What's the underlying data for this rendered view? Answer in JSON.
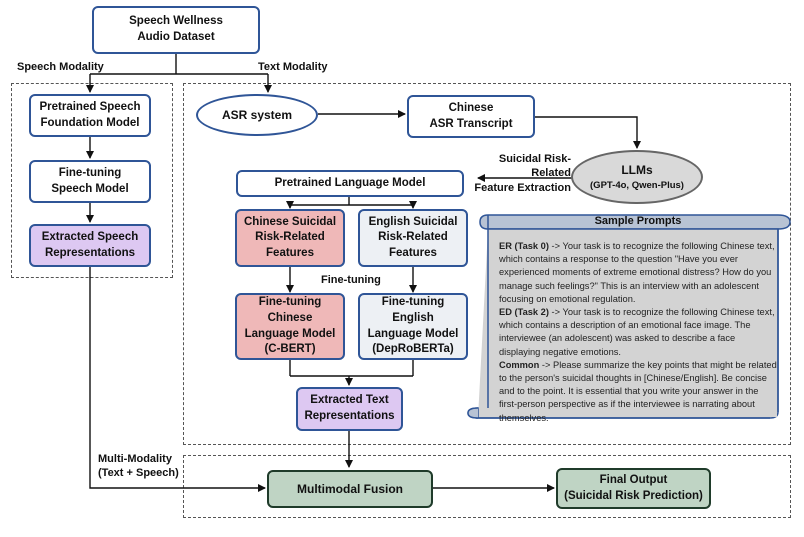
{
  "nodes": {
    "dataset": "Speech Wellness\nAudio Dataset",
    "pretrained_speech": "Pretrained Speech\nFoundation Model",
    "finetune_speech": "Fine-tuning\nSpeech Model",
    "extracted_speech": "Extracted Speech\nRepresentations",
    "asr": "ASR system",
    "chinese_asr": "Chinese\nASR Transcript",
    "llms_title": "LLMs",
    "llms_models": "(GPT-4o, Qwen-Plus)",
    "plm": "Pretrained Language Model",
    "cn_features": "Chinese Suicidal\nRisk-Related\nFeatures",
    "en_features": "English Suicidal\nRisk-Related\nFeatures",
    "cn_model": "Fine-tuning\nChinese\nLanguage Model\n(C-BERT)",
    "en_model": "Fine-tuning\nEnglish\nLanguage Model\n(DepRoBERTa)",
    "extracted_text": "Extracted Text\nRepresentations",
    "fusion": "Multimodal Fusion",
    "final": "Final Output\n(Suicidal Risk Prediction)"
  },
  "labels": {
    "speech_modality": "Speech Modality",
    "text_modality": "Text Modality",
    "feature_extraction": "Suicidal Risk-Related\nFeature Extraction",
    "finetuning": "Fine-tuning",
    "multi_modality": "Multi-Modality\n(Text + Speech)"
  },
  "prompts": {
    "title": "Sample Prompts",
    "items": [
      {
        "tag": "ER (Task 0)",
        "text": " -> Your task is to recognize the following Chinese text, which contains a response to the question \"Have you ever experienced moments of extreme emotional distress? How do you manage such feelings?\" This is an interview with an adolescent focusing on emotional regulation."
      },
      {
        "tag": "ED (Task 2)",
        "text": " -> Your task is to recognize the following Chinese text, which contains a description of an emotional face image. The interviewee (an adolescent) was asked to describe a face displaying negative emotions."
      },
      {
        "tag": "Common",
        "text": " -> Please summarize the key points that might be related to the person's suicidal thoughts in [Chinese/English]. Be concise and to the point. It is essential that you write your answer in the first-person perspective as if the interviewee is narrating about themselves."
      }
    ]
  }
}
